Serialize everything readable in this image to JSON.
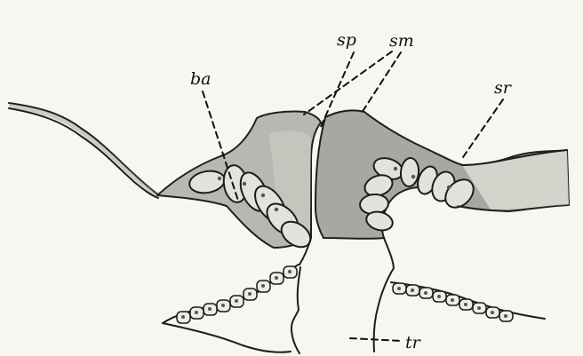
{
  "figure": {
    "labels": {
      "ba": "ba",
      "sp": "sp",
      "sm": "sm",
      "sr": "sr",
      "tr": "tr"
    }
  }
}
